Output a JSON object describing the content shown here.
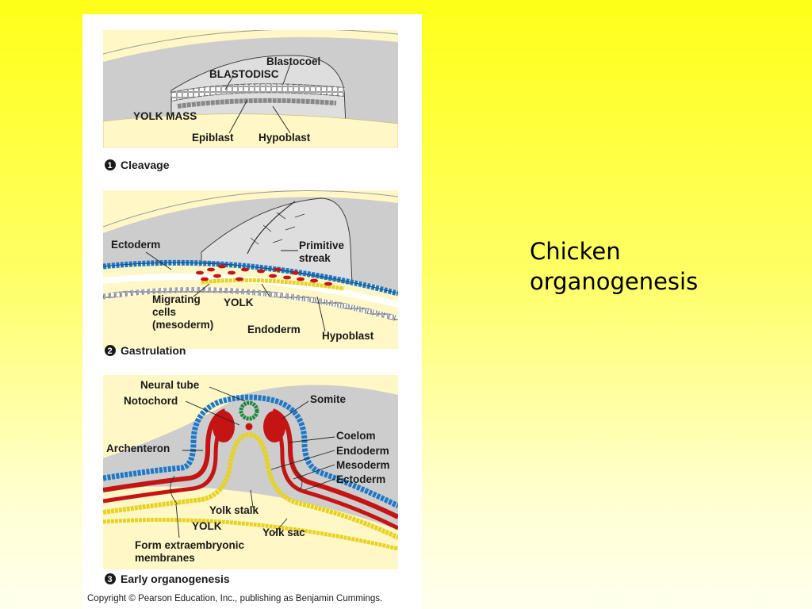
{
  "slide": {
    "title_line1": "Chicken",
    "title_line2": "organogenesis"
  },
  "figure": {
    "panel1": {
      "step_number": "1",
      "step_label": "Cleavage",
      "labels": {
        "blastocoel": "Blastocoel",
        "blastodisc": "BLASTODISC",
        "yolk_mass": "YOLK MASS",
        "epiblast": "Epiblast",
        "hypoblast": "Hypoblast"
      }
    },
    "panel2": {
      "step_number": "2",
      "step_label": "Gastrulation",
      "labels": {
        "ectoderm": "Ectoderm",
        "primitive_line1": "Primitive",
        "primitive_line2": "streak",
        "migrating_line1": "Migrating",
        "migrating_line2": "cells",
        "migrating_line3": "(mesoderm)",
        "yolk": "YOLK",
        "endoderm": "Endoderm",
        "hypoblast": "Hypoblast"
      }
    },
    "panel3": {
      "step_number": "3",
      "step_label": "Early organogenesis",
      "labels": {
        "neural_tube": "Neural tube",
        "notochord": "Notochord",
        "somite": "Somite",
        "archenteron": "Archenteron",
        "coelom": "Coelom",
        "endoderm": "Endoderm",
        "mesoderm": "Mesoderm",
        "ectoderm": "Ectoderm",
        "yolk_stalk": "Yolk stalk",
        "yolk": "YOLK",
        "yolk_sac": "Yolk sac",
        "extraemb_line1": "Form extraembryonic",
        "extraemb_line2": "membranes"
      }
    },
    "copyright": "Copyright © Pearson Education, Inc., publishing as Benjamin Cummings."
  },
  "colors": {
    "background_top": "#ffff1a",
    "background_bottom": "#fffff0",
    "ectoderm": "#1e78c8",
    "mesoderm": "#c41414",
    "endoderm": "#e8d21e",
    "yolk": "#fff6c0",
    "shell": "#cfcfcf"
  }
}
